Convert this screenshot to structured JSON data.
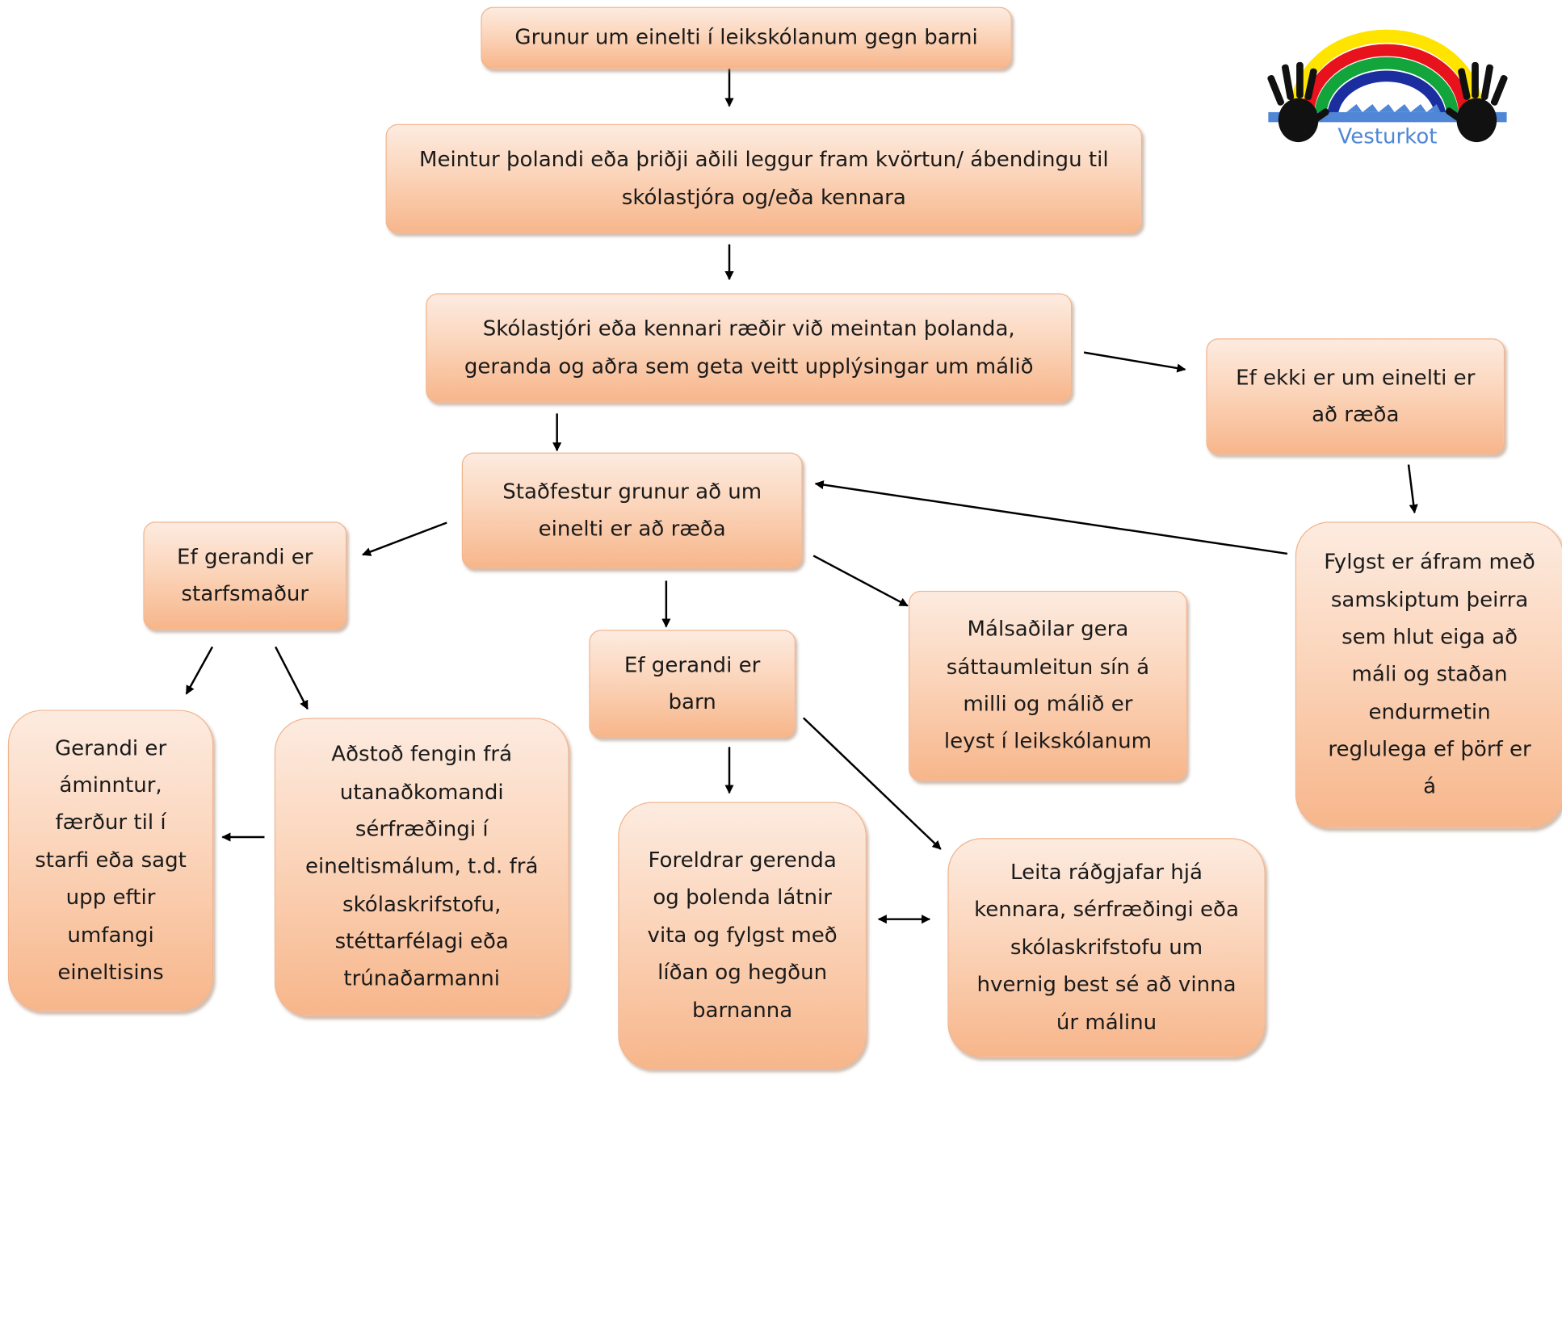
{
  "nodes": {
    "n_suspicion": "Grunur um einelti í leikskólanum gegn barni",
    "n_complaint": "Meintur þolandi eða þriðji aðili leggur fram  kvörtun/ ábendingu til skólastjóra og/eða kennara",
    "n_discuss": "Skólastjóri eða kennari ræðir við meintan þolanda, geranda og aðra sem geta veitt upplýsingar um málið",
    "n_not_bullying": "Ef ekki er um einelti er að ræða",
    "n_confirmed": "Staðfestur grunur að um einelti er að ræða",
    "n_monitor": "Fylgst er áfram með samskiptum þeirra sem hlut eiga að máli og staðan endurmetin reglulega ef þörf er á",
    "n_staff": "Ef gerandi er starfsmaður",
    "n_child": "Ef gerandi er barn",
    "n_reconcile": "Málsaðilar gera sáttaumleitun sín á milli og málið er leyst í leikskólanum",
    "n_reprimand": "Gerandi er áminntur, færður til í starfi eða sagt upp eftir umfangi eineltisins",
    "n_outside_help": "Aðstoð fengin frá utanaðkomandi sérfræðingi í eineltismálum, t.d. frá skólaskrifstofu, stéttarfélagi eða trúnaðarmanni",
    "n_parents": "Foreldrar gerenda og þolenda látnir vita og fylgst með líðan og hegðun barnanna",
    "n_advice": "Leita ráðgjafar hjá kennara, sérfræðingi eða skólaskrifstofu um hvernig best sé að vinna úr málinu"
  },
  "logo": {
    "text": "Vesturkot",
    "colors": [
      "#ffe400",
      "#e8121c",
      "#12a53b",
      "#1a2ea0",
      "#4f86d6"
    ]
  },
  "box_fill": [
    "#fdebe0",
    "#fbd5bb",
    "#f7b68b"
  ],
  "edges": [
    [
      "n_suspicion",
      "n_complaint"
    ],
    [
      "n_complaint",
      "n_discuss"
    ],
    [
      "n_discuss",
      "n_not_bullying"
    ],
    [
      "n_discuss",
      "n_confirmed"
    ],
    [
      "n_not_bullying",
      "n_monitor"
    ],
    [
      "n_monitor",
      "n_confirmed"
    ],
    [
      "n_confirmed",
      "n_staff"
    ],
    [
      "n_confirmed",
      "n_child"
    ],
    [
      "n_confirmed",
      "n_reconcile"
    ],
    [
      "n_staff",
      "n_reprimand"
    ],
    [
      "n_staff",
      "n_outside_help"
    ],
    [
      "n_outside_help",
      "n_reprimand"
    ],
    [
      "n_child",
      "n_parents"
    ],
    [
      "n_child",
      "n_advice"
    ],
    [
      "n_parents",
      "n_advice",
      "both"
    ]
  ]
}
